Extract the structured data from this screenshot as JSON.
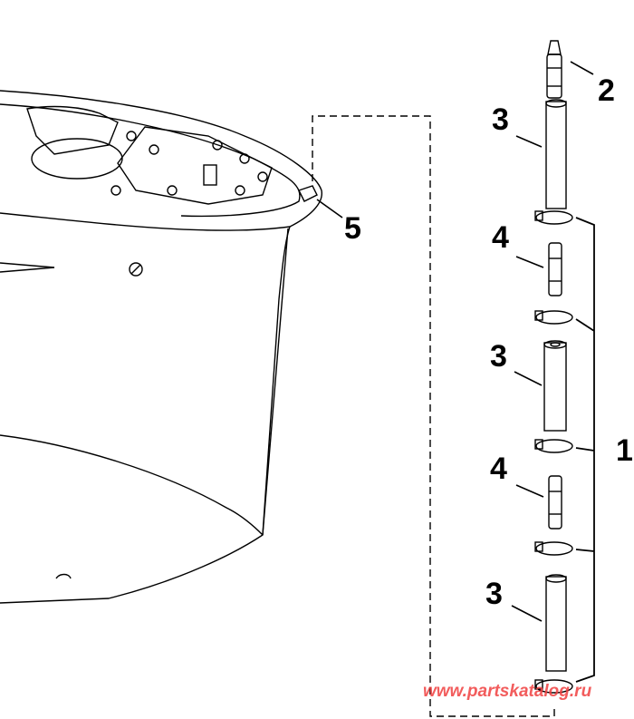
{
  "callouts": [
    {
      "id": "1",
      "text": "1"
    },
    {
      "id": "2",
      "text": "2"
    },
    {
      "id": "3a",
      "text": "3"
    },
    {
      "id": "3b",
      "text": "3"
    },
    {
      "id": "3c",
      "text": "3"
    },
    {
      "id": "4a",
      "text": "4"
    },
    {
      "id": "4b",
      "text": "4"
    },
    {
      "id": "5",
      "text": "5"
    }
  ],
  "watermark": "www.partskatalog.ru",
  "colors": {
    "line": "#000000",
    "watermark": "#f04040"
  }
}
